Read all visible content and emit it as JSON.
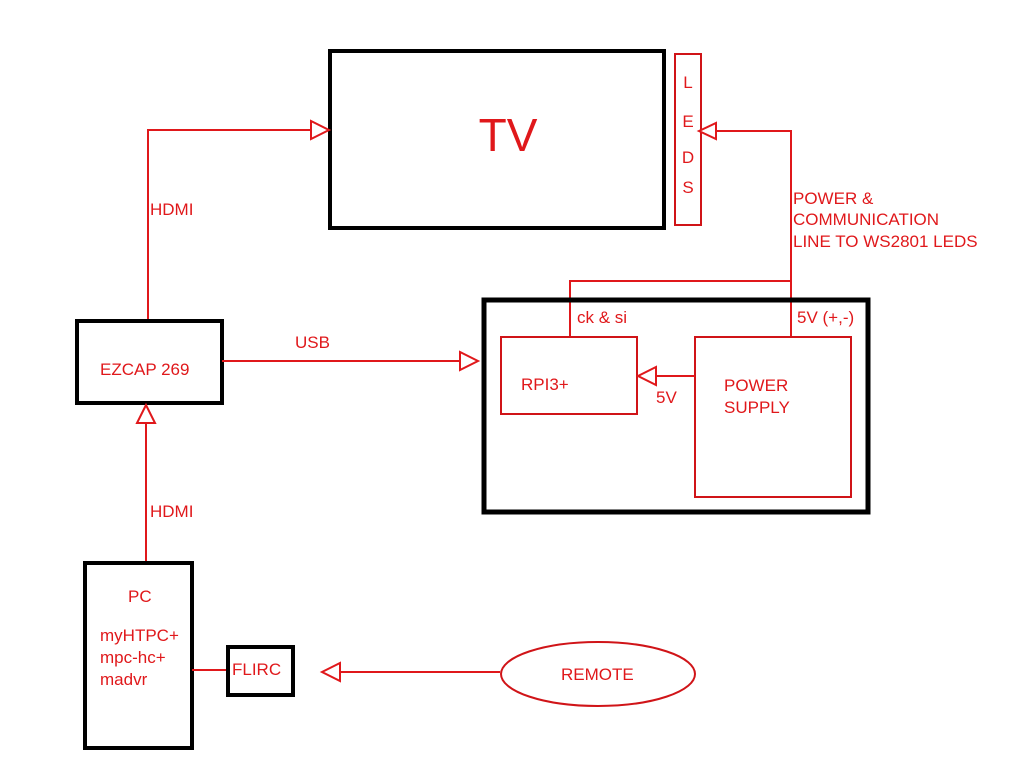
{
  "tv": {
    "label": "TV"
  },
  "leds": {
    "letters": [
      "L",
      "E",
      "D",
      "S"
    ]
  },
  "leds_line": {
    "line1": "POWER &",
    "line2": "COMMUNICATION",
    "line3": "LINE TO WS2801 LEDS"
  },
  "hdmi_top": {
    "label": "HDMI"
  },
  "hdmi_bottom": {
    "label": "HDMI"
  },
  "ezcap": {
    "label": "EZCAP 269"
  },
  "usb": {
    "label": "USB"
  },
  "rpi": {
    "label": "RPI3+"
  },
  "power_supply": {
    "line1": "POWER",
    "line2": "SUPPLY"
  },
  "ck_si": {
    "label": "ck & si"
  },
  "five_v_pm": {
    "label": "5V (+,-)"
  },
  "five_v": {
    "label": "5V"
  },
  "pc": {
    "title": "PC",
    "line1": "myHTPC+",
    "line2": "mpc-hc+",
    "line3": "madvr"
  },
  "flirc": {
    "label": "FLIRC"
  },
  "remote": {
    "label": "REMOTE"
  },
  "colors": {
    "diagram_red": "#e0181b",
    "box_black": "#000000",
    "background": "#ffffff"
  }
}
